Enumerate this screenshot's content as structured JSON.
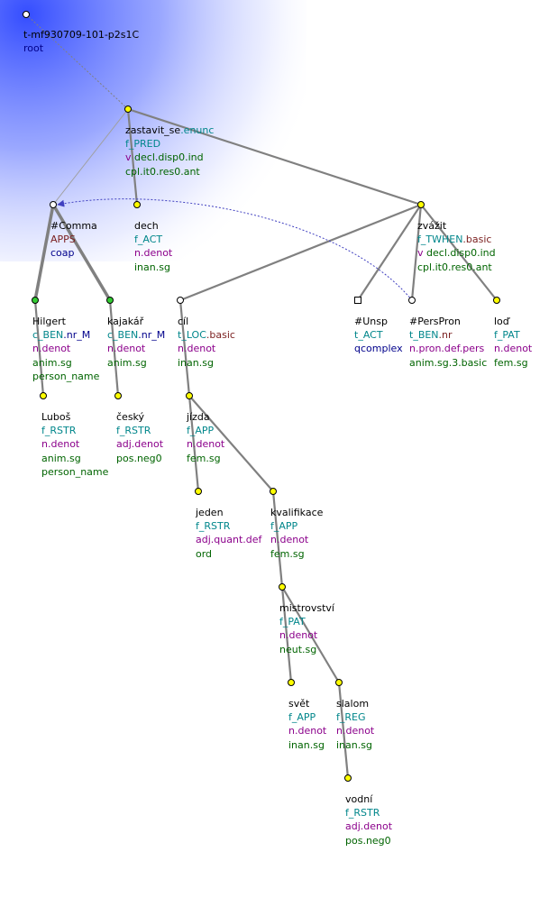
{
  "colors": {
    "edge": "#808080",
    "coref": "#4040c0",
    "node_yellow": "#ffff00",
    "node_green": "#33cc33",
    "node_white": "#ffffff"
  },
  "tree": {
    "root_id": "t-mf930709-101-p2s1C",
    "root_label": "root",
    "nodes": [
      {
        "id": "zastavit",
        "lines": [
          [
            "zastavit_se",
            "c-black"
          ],
          [
            ".enunc",
            "c-teal"
          ]
        ],
        "rows": [
          [
            "f_PRED",
            "c-teal"
          ],
          [
            "v",
            "c-purple",
            "decl.disp0.ind",
            "c-green"
          ],
          [
            "cpl.it0.res0.ant",
            "c-green"
          ]
        ]
      },
      {
        "id": "comma",
        "rows": [
          [
            "#Comma",
            "c-black"
          ],
          [
            "APPS",
            "c-brown"
          ],
          [
            "coap",
            "c-blue"
          ]
        ]
      },
      {
        "id": "dech",
        "rows": [
          [
            "dech",
            "c-black"
          ],
          [
            "f_ACT",
            "c-teal"
          ],
          [
            "n.denot",
            "c-purple"
          ],
          [
            "inan.sg",
            "c-green"
          ]
        ]
      },
      {
        "id": "zvazit",
        "rows": [
          [
            "zvážit",
            "c-black"
          ],
          [
            "f_TWHEN",
            "c-teal",
            ".basic",
            "c-brown"
          ],
          [
            "v",
            "c-purple",
            "decl.disp0.ind",
            "c-green"
          ],
          [
            "cpl.it0.res0.ant",
            "c-green"
          ]
        ]
      },
      {
        "id": "hilgert",
        "rows": [
          [
            "Hilgert",
            "c-black"
          ],
          [
            "c_BEN",
            "c-teal",
            ".nr_M",
            "c-blue"
          ],
          [
            "n.denot",
            "c-purple"
          ],
          [
            "anim.sg",
            "c-green"
          ],
          [
            "person_name",
            "c-green"
          ]
        ]
      },
      {
        "id": "kajakar",
        "rows": [
          [
            "kajakář",
            "c-black"
          ],
          [
            "c_BEN",
            "c-teal",
            ".nr_M",
            "c-blue"
          ],
          [
            "n.denot",
            "c-purple"
          ],
          [
            "anim.sg",
            "c-green"
          ]
        ]
      },
      {
        "id": "cil",
        "rows": [
          [
            "cíl",
            "c-black"
          ],
          [
            "t_LOC",
            "c-teal",
            ".basic",
            "c-brown"
          ],
          [
            "n.denot",
            "c-purple"
          ],
          [
            "inan.sg",
            "c-green"
          ]
        ]
      },
      {
        "id": "unsp",
        "rows": [
          [
            "#Unsp",
            "c-black"
          ],
          [
            "t_ACT",
            "c-teal"
          ],
          [
            "qcomplex",
            "c-blue"
          ]
        ]
      },
      {
        "id": "perspron",
        "rows": [
          [
            "#PersPron",
            "c-black"
          ],
          [
            "t_BEN",
            "c-teal",
            ".nr",
            "c-brown"
          ],
          [
            "n.pron.def.pers",
            "c-purple"
          ],
          [
            "anim.sg.3.basic",
            "c-green"
          ]
        ]
      },
      {
        "id": "lod",
        "rows": [
          [
            "loď",
            "c-black"
          ],
          [
            "f_PAT",
            "c-teal"
          ],
          [
            "n.denot",
            "c-purple"
          ],
          [
            "fem.sg",
            "c-green"
          ]
        ]
      },
      {
        "id": "lubos",
        "rows": [
          [
            "Luboš",
            "c-black"
          ],
          [
            "f_RSTR",
            "c-teal"
          ],
          [
            "n.denot",
            "c-purple"
          ],
          [
            "anim.sg",
            "c-green"
          ],
          [
            "person_name",
            "c-green"
          ]
        ]
      },
      {
        "id": "cesky",
        "rows": [
          [
            "český",
            "c-black"
          ],
          [
            "f_RSTR",
            "c-teal"
          ],
          [
            "adj.denot",
            "c-purple"
          ],
          [
            "pos.neg0",
            "c-green"
          ]
        ]
      },
      {
        "id": "jizda",
        "rows": [
          [
            "jízda",
            "c-black"
          ],
          [
            "f_APP",
            "c-teal"
          ],
          [
            "n.denot",
            "c-purple"
          ],
          [
            "fem.sg",
            "c-green"
          ]
        ]
      },
      {
        "id": "jeden",
        "rows": [
          [
            "jeden",
            "c-black"
          ],
          [
            "f_RSTR",
            "c-teal"
          ],
          [
            "adj.quant.def",
            "c-purple"
          ],
          [
            "ord",
            "c-green"
          ]
        ]
      },
      {
        "id": "kvalifikace",
        "rows": [
          [
            "kvalifikace",
            "c-black"
          ],
          [
            "f_APP",
            "c-teal"
          ],
          [
            "n.denot",
            "c-purple"
          ],
          [
            "fem.sg",
            "c-green"
          ]
        ]
      },
      {
        "id": "mistrovstvi",
        "rows": [
          [
            "mistrovství",
            "c-black"
          ],
          [
            "f_PAT",
            "c-teal"
          ],
          [
            "n.denot",
            "c-purple"
          ],
          [
            "neut.sg",
            "c-green"
          ]
        ]
      },
      {
        "id": "svet",
        "rows": [
          [
            "svět",
            "c-black"
          ],
          [
            "f_APP",
            "c-teal"
          ],
          [
            "n.denot",
            "c-purple"
          ],
          [
            "inan.sg",
            "c-green"
          ]
        ]
      },
      {
        "id": "slalom",
        "rows": [
          [
            "slalom",
            "c-black"
          ],
          [
            "f_REG",
            "c-teal"
          ],
          [
            "n.denot",
            "c-purple"
          ],
          [
            "inan.sg",
            "c-green"
          ]
        ]
      },
      {
        "id": "vodni",
        "rows": [
          [
            "vodní",
            "c-black"
          ],
          [
            "f_RSTR",
            "c-teal"
          ],
          [
            "adj.denot",
            "c-purple"
          ],
          [
            "pos.neg0",
            "c-green"
          ]
        ]
      }
    ]
  }
}
